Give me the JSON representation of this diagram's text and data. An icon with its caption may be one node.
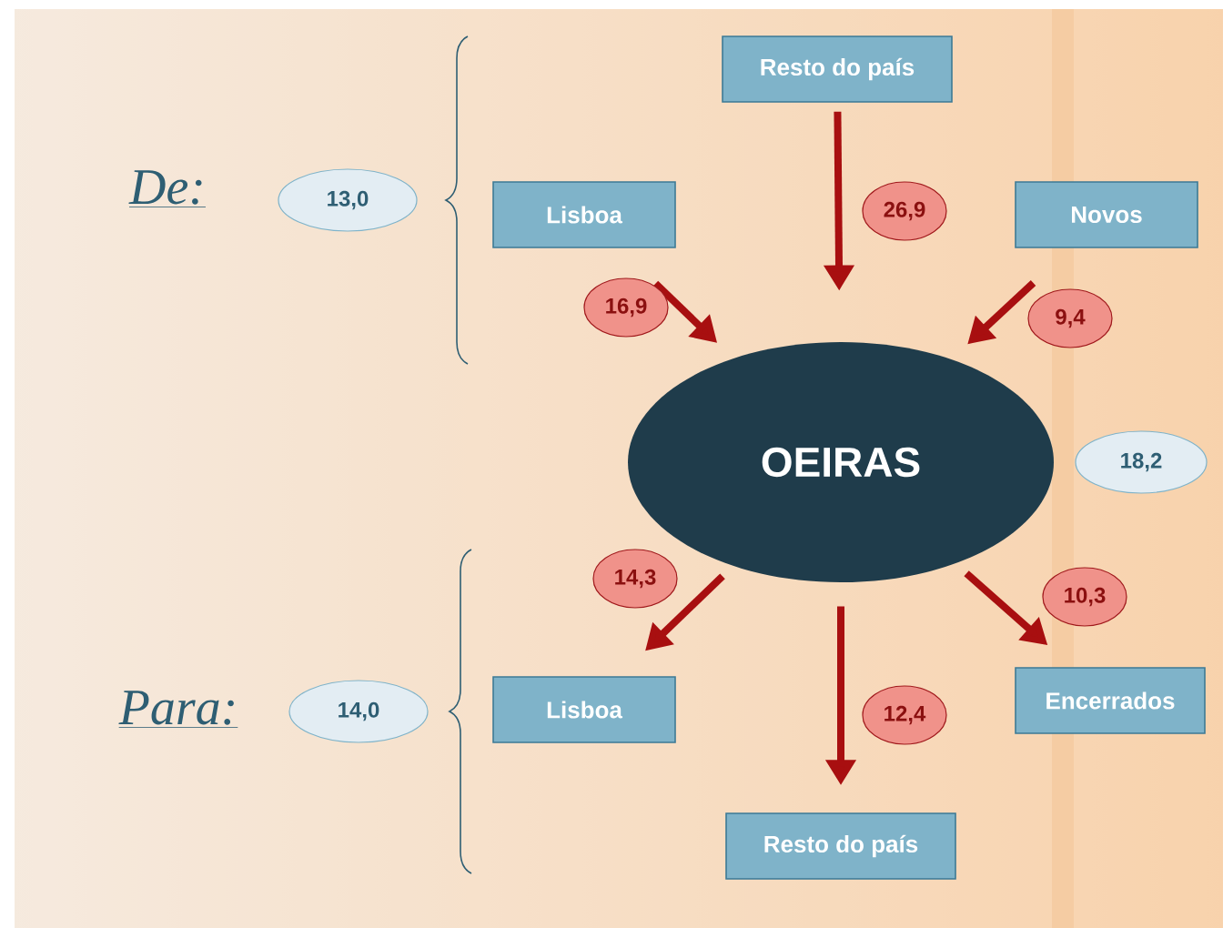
{
  "diagram": {
    "nodes": [
      {
        "text": [
          "Resto do país"
        ]
      },
      {
        "text": [
          "Lisboa"
        ]
      },
      {
        "text": [
          "Novos"
        ]
      },
      {
        "text": [
          "OEIRAS"
        ]
      },
      {
        "text": [
          "Lisboa"
        ]
      },
      {
        "text": [
          "Resto do país"
        ]
      },
      {
        "text": [
          "Encerrados"
        ]
      },
      {
        "text": [
          "13,0"
        ]
      },
      {
        "text": [
          "14,0"
        ]
      },
      {
        "text": [
          "18,2"
        ]
      }
    ],
    "edges": [
      {
        "from": 0,
        "to": 3,
        "arrow": "to",
        "label": "26,9"
      },
      {
        "from": 1,
        "to": 3,
        "arrow": "to",
        "label": "16,9"
      },
      {
        "from": 2,
        "to": 3,
        "arrow": "to",
        "label": "9,4"
      },
      {
        "from": 3,
        "to": 4,
        "arrow": "to",
        "label": "14,3"
      },
      {
        "from": 3,
        "to": 5,
        "arrow": "to",
        "label": "12,4"
      },
      {
        "from": 3,
        "to": 6,
        "arrow": "to",
        "label": "10,3"
      }
    ],
    "labels": [
      "De:",
      "Para:"
    ]
  }
}
